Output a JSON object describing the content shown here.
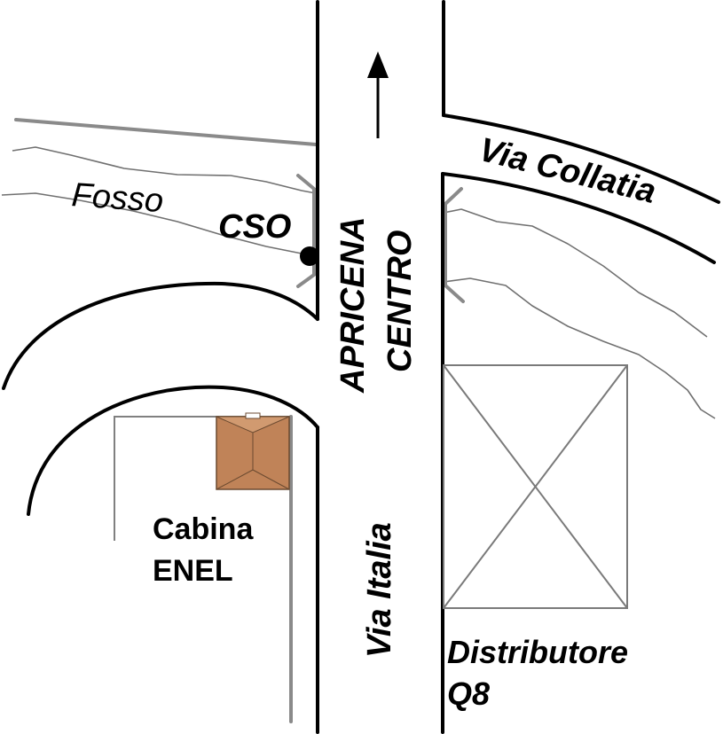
{
  "map": {
    "labels": {
      "fosso": "Fosso",
      "cso": "CSO",
      "apricena": "APRICENA",
      "centro": "CENTRO",
      "via_collatia": "Via Collatia",
      "cabina": "Cabina",
      "enel": "ENEL",
      "via_italia": "Via Italia",
      "distributore": "Distributore",
      "q8": "Q8"
    },
    "colors": {
      "road": "#000000",
      "creek": "#707070",
      "pipe": "#8a8a8a",
      "building_roof": "#c08358"
    },
    "icons": [
      "north-arrow-icon",
      "cso-point-icon",
      "building-icon"
    ]
  }
}
